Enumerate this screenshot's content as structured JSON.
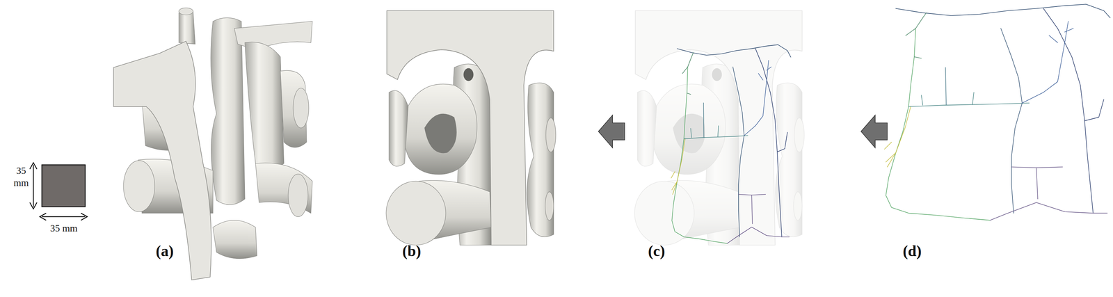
{
  "diagram": {
    "labels": [
      "35 mm",
      "35 mm",
      "(a)",
      "(b)",
      "(c)",
      "(d)"
    ]
  }
}
